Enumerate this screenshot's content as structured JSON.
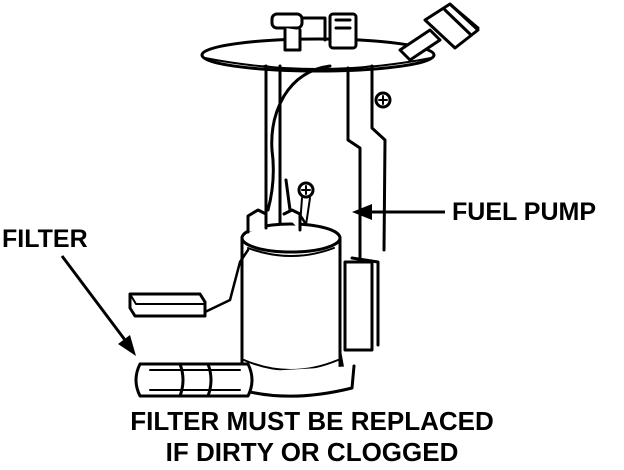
{
  "labels": {
    "fuel_pump": "FUEL PUMP",
    "filter": "FILTER"
  },
  "caption": {
    "line1": "FILTER MUST BE REPLACED",
    "line2": "IF DIRTY OR CLOGGED"
  },
  "colors": {
    "ink": "#000000",
    "paper": "#ffffff"
  }
}
